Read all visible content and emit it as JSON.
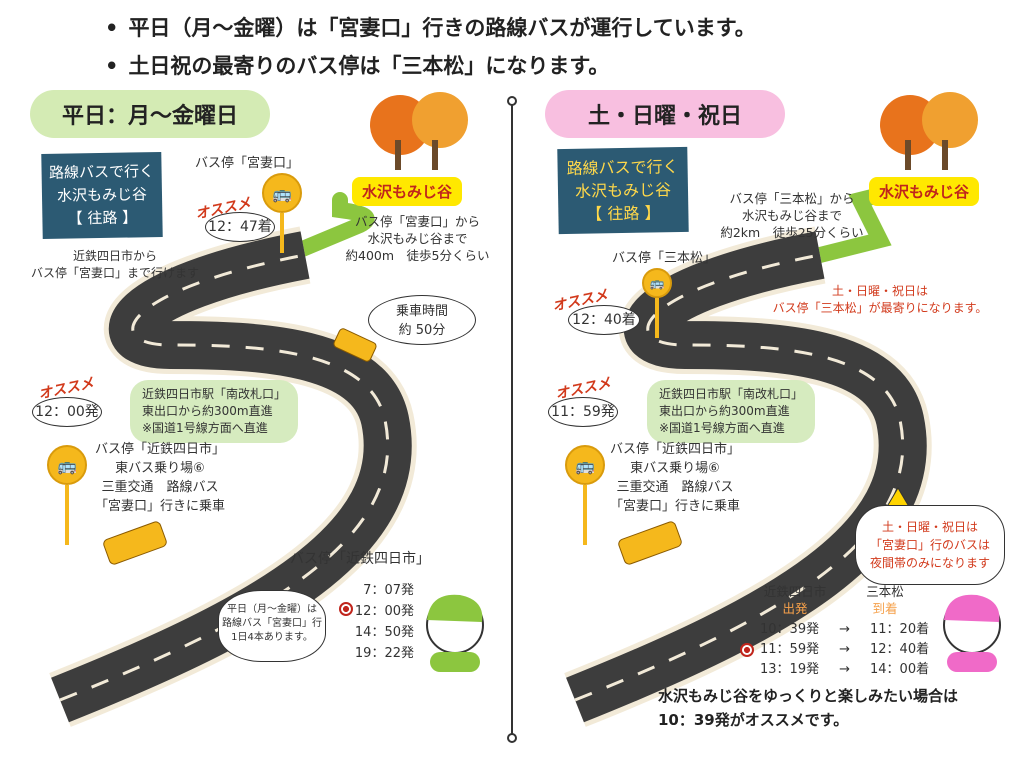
{
  "bullets": [
    "平日（月～金曜）は「宮妻口」行きの路線バスが運行しています。",
    "土日祝の最寄りのバス停は「三本松」になります。"
  ],
  "colors": {
    "weekday_header": "#d4ebb4",
    "weekend_header": "#f8bfe0",
    "board": "#2c5a73",
    "road": "#3d3d3d",
    "accent_red": "#d23a1c"
  },
  "weekday": {
    "header": "平日：月～金曜日",
    "board": [
      "路線バスで行く",
      "水沢もみじ谷",
      "【 往路 】"
    ],
    "destination": "水沢もみじ谷",
    "stop_top_label": "バス停「宮妻口」",
    "recommend": "オススメ",
    "arrive_time": "12：47着",
    "note_from": [
      "近鉄四日市から",
      "バス停「宮妻口」まで行けます"
    ],
    "walk": [
      "バス停「宮妻口」から",
      "水沢もみじ谷まで",
      "約400m　徒歩5分くらい"
    ],
    "ride": [
      "乗車時間",
      "約 50分"
    ],
    "station": [
      "近鉄四日市駅「南改札口」",
      "東出口から約300m直進",
      "※国道1号線方面へ直進"
    ],
    "depart_time": "12：00発",
    "stop_bottom": [
      "バス停「近鉄四日市」",
      "東バス乗り場⑥",
      "三重交通　路線バス",
      "「宮妻口」行きに乗車"
    ],
    "timetable_title": "バス停「近鉄四日市」",
    "timetable": [
      "7：07発",
      "12：00発",
      "14：50発",
      "19：22発"
    ],
    "timetable_marked": 1,
    "speech": [
      "平日（月～金曜）は",
      "路線バス「宮妻口」行",
      "1日4本あります。"
    ]
  },
  "weekend": {
    "header": "土・日曜・祝日",
    "board": [
      "路線バスで行く",
      "水沢もみじ谷",
      "【 往路 】"
    ],
    "destination": "水沢もみじ谷",
    "stop_top_label": "バス停「三本松」",
    "recommend": "オススメ",
    "arrive_time": "12：40着",
    "walk": [
      "バス停「三本松」から",
      "水沢もみじ谷まで",
      "約2km　徒歩25分くらい"
    ],
    "red_note": [
      "土・日曜・祝日は",
      "バス停「三本松」が最寄りになります。"
    ],
    "station": [
      "近鉄四日市駅「南改札口」",
      "東出口から約300m直進",
      "※国道1号線方面へ直進"
    ],
    "depart_time": "11：59発",
    "stop_bottom": [
      "バス停「近鉄四日市」",
      "東バス乗り場⑥",
      "三重交通　路線バス",
      "「宮妻口」行きに乗車"
    ],
    "warning": [
      "土・日曜・祝日は",
      "「宮妻口」行のバスは",
      "夜間帯のみになります"
    ],
    "table_head": {
      "from": "近鉄四日市",
      "from_sub": "出発",
      "to": "三本松",
      "to_sub": "到着"
    },
    "rows": [
      {
        "dep": "10：39発",
        "arr": "11：20着"
      },
      {
        "dep": "11：59発",
        "arr": "12：40着"
      },
      {
        "dep": "13：19発",
        "arr": "14：00着"
      }
    ],
    "arrow": "→",
    "marked_row": 1,
    "footer": [
      "水沢もみじ谷をゆっくりと楽しみたい場合は",
      "10：39発がオススメです。"
    ]
  }
}
